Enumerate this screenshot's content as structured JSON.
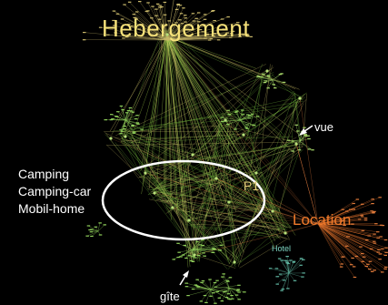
{
  "labels": {
    "hebergement": "Hebergement",
    "location": "Location",
    "p1": "P1",
    "hotel": "Hotel"
  },
  "annotations": {
    "camping": "Camping",
    "camping_car": "Camping-car",
    "mobil_home": "Mobil-home",
    "vue": "vue",
    "gite": "gîte"
  },
  "colors": {
    "background": "#000000",
    "hub_title": "#f6e27a",
    "location": "#f07a2a",
    "edges_green": "#6fbf3a",
    "edges_yellow": "#d8c85a",
    "annotation": "#ffffff"
  }
}
